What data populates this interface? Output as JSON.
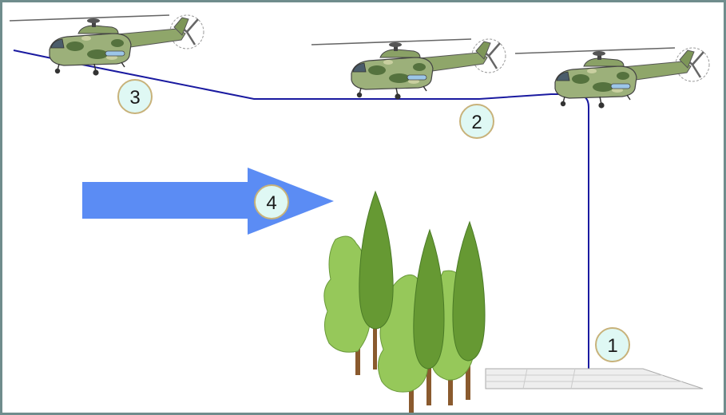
{
  "stages": [
    {
      "id": "vertical-takeoff",
      "label": "1"
    },
    {
      "id": "level-flight",
      "label": "2"
    },
    {
      "id": "climb-departure",
      "label": "3"
    },
    {
      "id": "wind-direction",
      "label": "4"
    }
  ],
  "colors": {
    "frame": "#6f8d8d",
    "flight_path": "#1a1aa0",
    "wind_arrow": "#5b8cf4",
    "badge_fill": "#dff8f4",
    "badge_stroke": "#c8b27a",
    "tree_light": "#96c85a",
    "tree_dark": "#669933",
    "trunk": "#8a5a2e",
    "helipad": "#eeeeee"
  },
  "icons": [
    "helicopter-icon",
    "tree-icon",
    "helipad-icon",
    "wind-arrow-icon"
  ]
}
